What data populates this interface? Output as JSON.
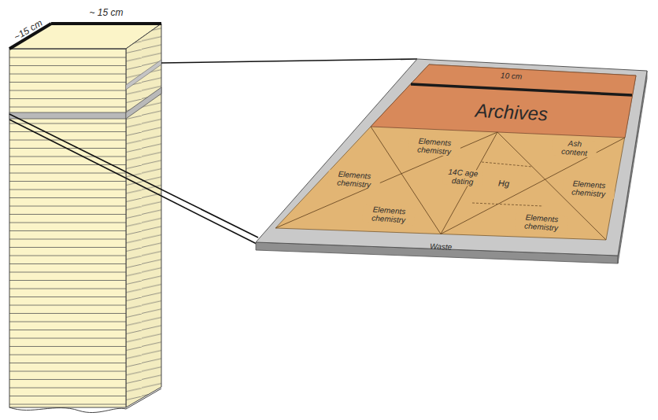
{
  "diagram": {
    "labels": [
      "~ 15 cm",
      "~15 cm",
      "10 cm",
      "Archives",
      "Elements chemistry",
      "Elements chemistry",
      "Elements chemistry",
      "14C age dating",
      "Hg",
      "Ash content",
      "Elements chemistry",
      "Elements chemistry",
      "Waste"
    ]
  }
}
